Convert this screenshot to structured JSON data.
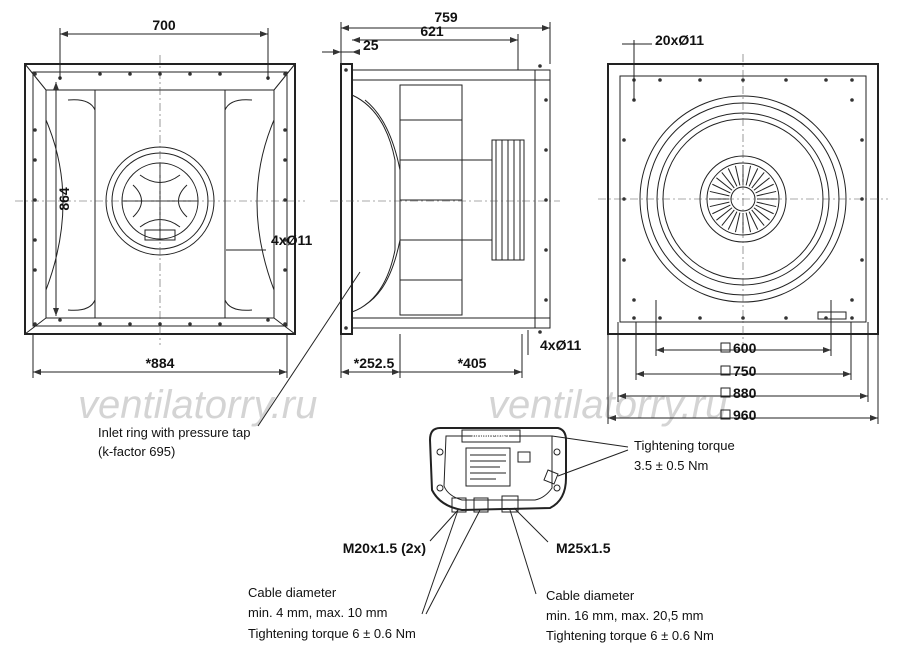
{
  "watermark": [
    "ventilatorry.ru",
    "ventilatorry.ru"
  ],
  "front_view": {
    "dim_top": "700",
    "dim_side": "864",
    "dim_bottom": "*884",
    "dim_holes": "4xØ11"
  },
  "side_view": {
    "dim_overall": "759",
    "dim_body": "621",
    "dim_flange": "25",
    "dim_inlet": "*252.5",
    "dim_wheel": "*405",
    "dim_holes": "4xØ11"
  },
  "rear_view": {
    "dim_holes": "20xØ11",
    "square_sizes": [
      "600",
      "750",
      "880",
      "960"
    ]
  },
  "detail": {
    "logo": "ebmpapst",
    "gland_left": "M20x1.5 (2x)",
    "gland_right": "M25x1.5"
  },
  "notes": {
    "inlet_ring": [
      "Inlet ring with pressure tap",
      "(k-factor 695)"
    ],
    "torque_top": [
      "Tightening torque",
      "3.5 ± 0.5 Nm"
    ],
    "cable_left": [
      "Cable diameter",
      "min. 4 mm, max. 10 mm",
      "Tightening torque 6 ± 0.6 Nm"
    ],
    "cable_right": [
      "Cable diameter",
      "min. 16 mm, max. 20,5 mm",
      "Tightening torque 6 ± 0.6 Nm"
    ]
  },
  "colors": {
    "line": "#222222",
    "watermark": "#d4d4d4"
  }
}
